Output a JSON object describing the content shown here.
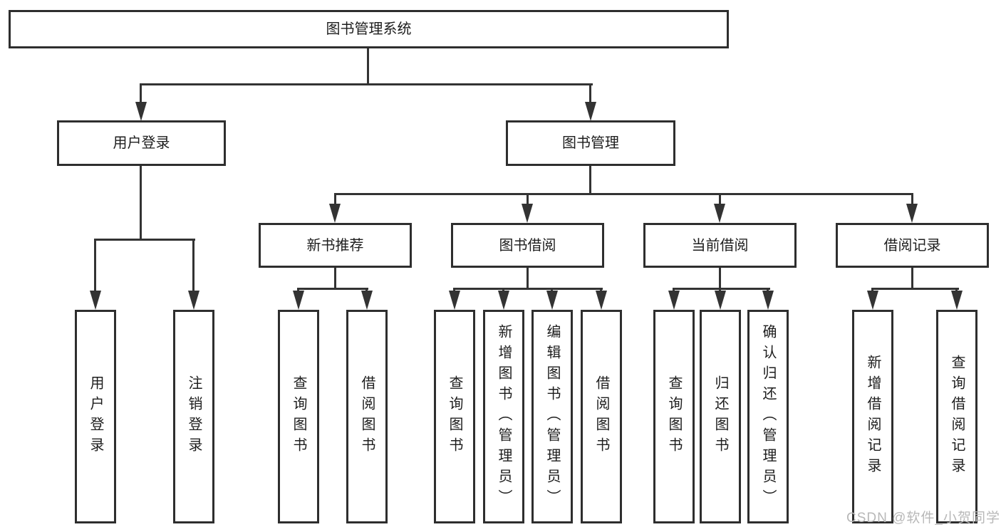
{
  "colors": {
    "background": "#ffffff",
    "line": "#333333",
    "box_border": "#2e2e2e",
    "text": "#1d1d1d",
    "watermark": "#b8b8b8"
  },
  "watermark": "CSDN @软件_小贺同学",
  "tree": {
    "root": {
      "label": "图书管理系统"
    },
    "level2": [
      {
        "label": "用户登录"
      },
      {
        "label": "图书管理"
      }
    ],
    "level3": [
      {
        "label": "新书推荐"
      },
      {
        "label": "图书借阅"
      },
      {
        "label": "当前借阅"
      },
      {
        "label": "借阅记录"
      }
    ],
    "leaves": {
      "user_login": [
        {
          "label": "用户登录"
        },
        {
          "label": "注销登录"
        }
      ],
      "new_book_recommend": [
        {
          "label": "查询图书"
        },
        {
          "label": "借阅图书"
        }
      ],
      "book_borrow": [
        {
          "label": "查询图书"
        },
        {
          "label": "新增图书（管理员）"
        },
        {
          "label": "编辑图书（管理员）"
        },
        {
          "label": "借阅图书"
        }
      ],
      "current_borrow": [
        {
          "label": "查询图书"
        },
        {
          "label": "归还图书"
        },
        {
          "label": "确认归还（管理员）"
        }
      ],
      "borrow_record": [
        {
          "label": "新增借阅记录"
        },
        {
          "label": "查询借阅记录"
        }
      ]
    }
  }
}
